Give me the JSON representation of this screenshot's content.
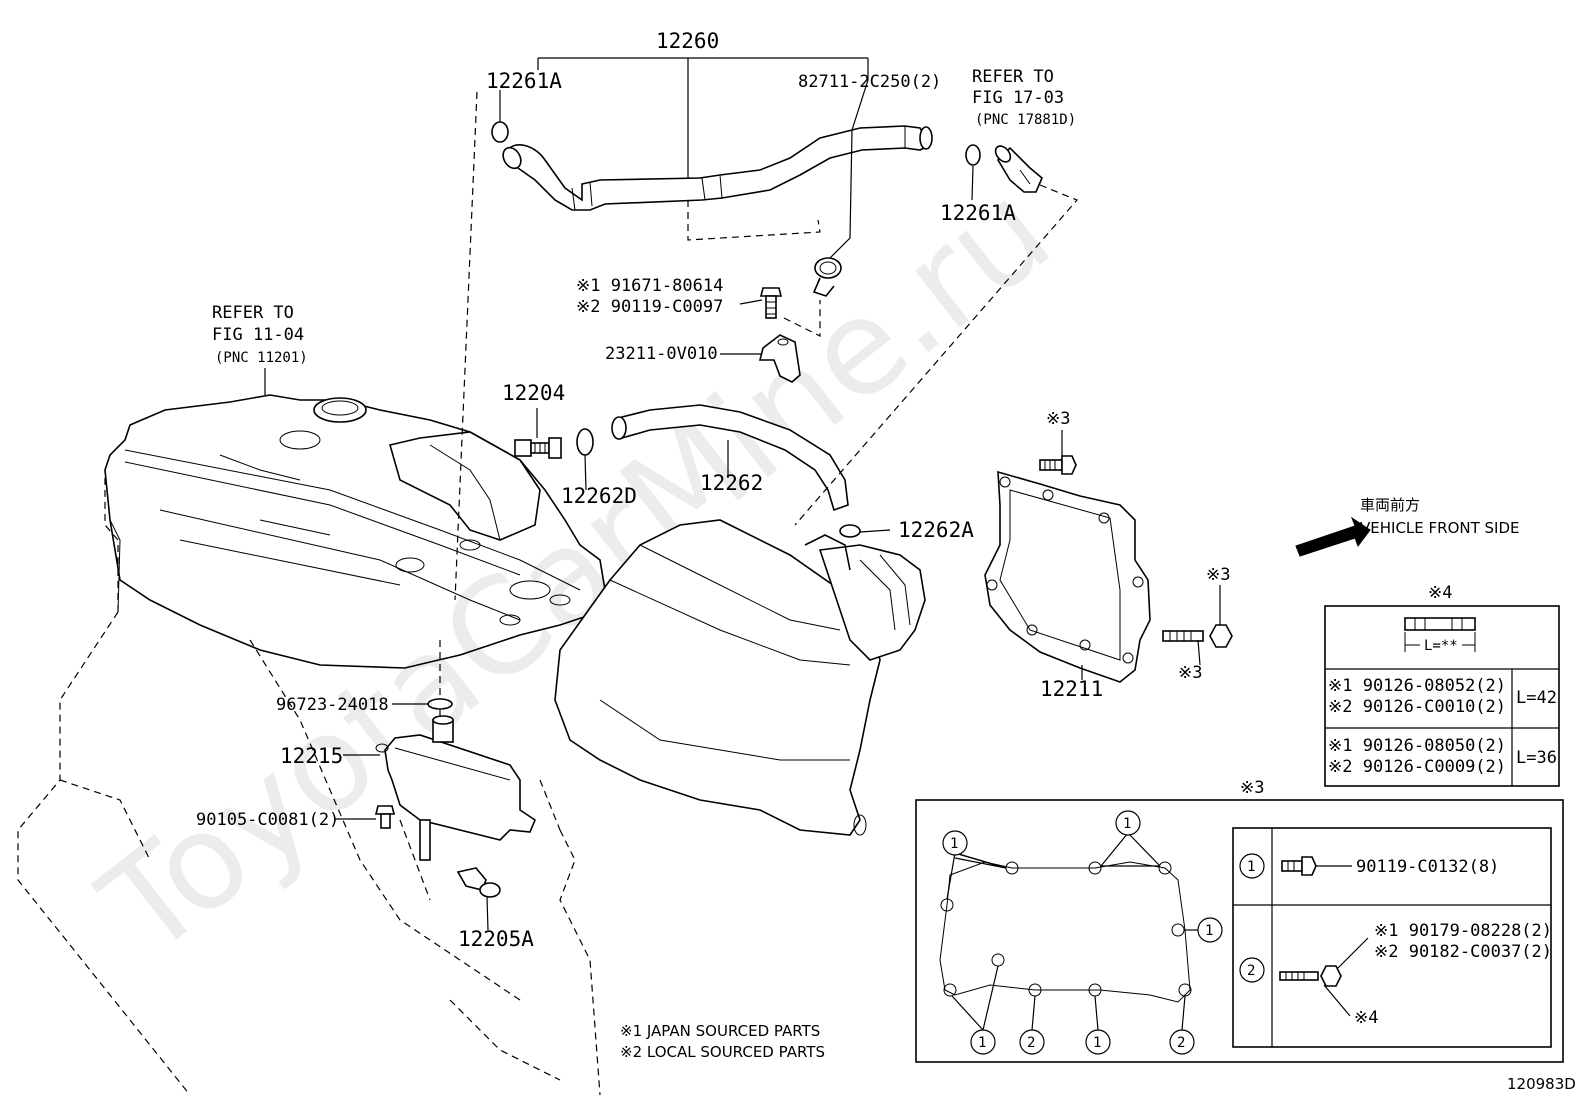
{
  "watermark": "ToyotaCarMine.ru",
  "diagram_id": "120983D",
  "part_labels": {
    "p12260": "12260",
    "p12261A_top": "12261A",
    "p82711": "82711-2C250(2)",
    "refer17_line1": "REFER TO",
    "refer17_line2": "FIG 17-03",
    "refer17_line3": "(PNC 17881D)",
    "p12261A_right": "12261A",
    "p91671": "※1 91671-80614",
    "p90119a": "※2 90119-C0097",
    "p23211": "23211-0V010",
    "refer11_line1": "REFER TO",
    "refer11_line2": "FIG 11-04",
    "refer11_line3": "(PNC 11201)",
    "p12204": "12204",
    "p12262D": "12262D",
    "p12262": "12262",
    "p12262A": "12262A",
    "ref3_top": "※3",
    "ref3_mid": "※3",
    "ref3_bot": "※3",
    "p12211": "12211",
    "p96723": "96723-24018",
    "p12215": "12215",
    "p90105": "90105-C0081(2)",
    "p12205A": "12205A"
  },
  "direction": {
    "jp": "車両前方",
    "en": "VEHICLE FRONT SIDE"
  },
  "ref4_table": {
    "title": "※4",
    "length_label": "L=**",
    "rows": [
      {
        "line1": "※1 90126-08052(2)",
        "line2": "※2 90126-C0010(2)",
        "length": "L=42"
      },
      {
        "line1": "※1 90126-08050(2)",
        "line2": "※2 90126-C0009(2)",
        "length": "L=36"
      }
    ]
  },
  "ref3_detail": {
    "title": "※3",
    "row1_index": "1",
    "row1_part": "90119-C0132(8)",
    "row2_index": "2",
    "row2_part1": "※1 90179-08228(2)",
    "row2_part2": "※2 90182-C0037(2)",
    "row2_ref": "※4",
    "callout_1": "1",
    "callout_2": "2"
  },
  "notes": {
    "note1": "※1 JAPAN SOURCED PARTS",
    "note2": "※2 LOCAL SOURCED PARTS"
  }
}
